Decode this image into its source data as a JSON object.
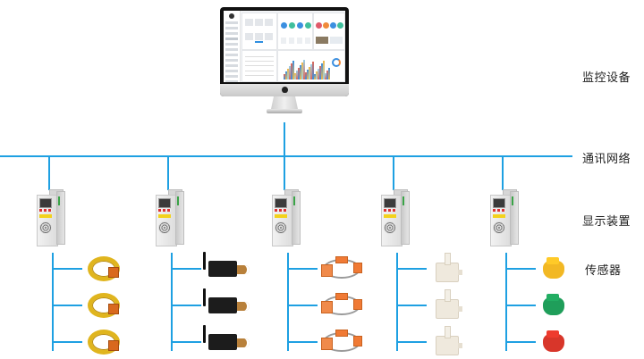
{
  "diagram": {
    "layers": [
      {
        "id": "monitoring",
        "label": "监控设备"
      },
      {
        "id": "network",
        "label": "通讯网络"
      },
      {
        "id": "display",
        "label": "显示装置"
      },
      {
        "id": "sensors",
        "label": "传感器"
      }
    ],
    "colors": {
      "line": "#1ea0e2",
      "text": "#222222"
    },
    "display_units": [
      {
        "name": "controller-1",
        "sensor_type": "ring-temperature-sensor",
        "sensor_count": 3,
        "sensor_color": "#e0b51e"
      },
      {
        "name": "controller-2",
        "sensor_type": "wireless-relay-sensor",
        "sensor_count": 3,
        "sensor_color": "#1c1c1c"
      },
      {
        "name": "controller-3",
        "sensor_type": "clamp-temperature-sensor",
        "sensor_count": 3,
        "sensor_color": "#f07a35"
      },
      {
        "name": "controller-4",
        "sensor_type": "temperature-humidity-sensor",
        "sensor_count": 3,
        "sensor_color": "#efe9dd"
      },
      {
        "name": "controller-5",
        "sensor_type": "cap-sensor",
        "sensor_count": 3,
        "sensor_colors": [
          "#f2b824",
          "#1f9e5a",
          "#d8362a"
        ]
      }
    ]
  }
}
